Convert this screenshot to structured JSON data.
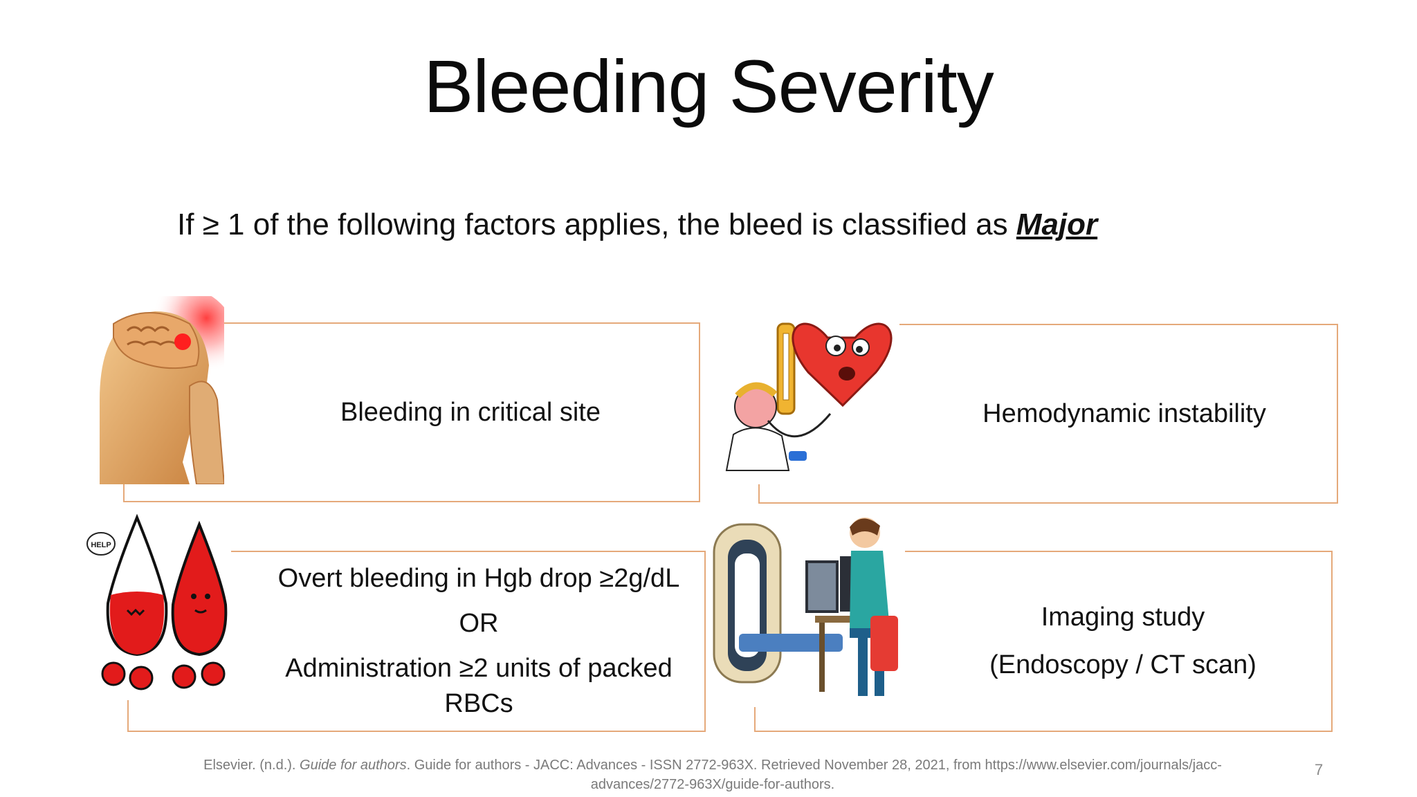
{
  "slide": {
    "title": "Bleeding Severity",
    "subtitle_prefix": "If ≥ 1 of the following factors applies, the bleed is classified as ",
    "subtitle_emphasis": "Major",
    "factors": [
      {
        "lines": [
          "Bleeding in critical site"
        ]
      },
      {
        "lines": [
          "Hemodynamic instability"
        ]
      },
      {
        "lines": [
          "Overt bleeding in Hgb drop ≥2g/dL",
          "OR",
          "Administration ≥2 units of packed",
          "RBCs"
        ]
      },
      {
        "lines": [
          "Imaging study",
          "(Endoscopy / CT scan)"
        ]
      }
    ],
    "help_bubble": "HELP",
    "footer": {
      "prefix": "Elsevier. (n.d.). ",
      "italic": "Guide for authors",
      "suffix": ". Guide for authors - JACC: Advances - ISSN 2772-963X. Retrieved November 28, 2021, from https://www.elsevier.com/journals/jacc-advances/2772-963X/guide-for-authors."
    },
    "page_number": "7"
  },
  "colors": {
    "box_border": "#e5a97a",
    "blood_red": "#e21b1b",
    "heart_red": "#e8362e"
  },
  "icons": {
    "critical_site": "head-pain-icon",
    "hemodynamic": "heart-doctor-icon",
    "blood_drop": "blood-drop-characters-icon",
    "imaging": "ct-scan-operator-icon"
  }
}
